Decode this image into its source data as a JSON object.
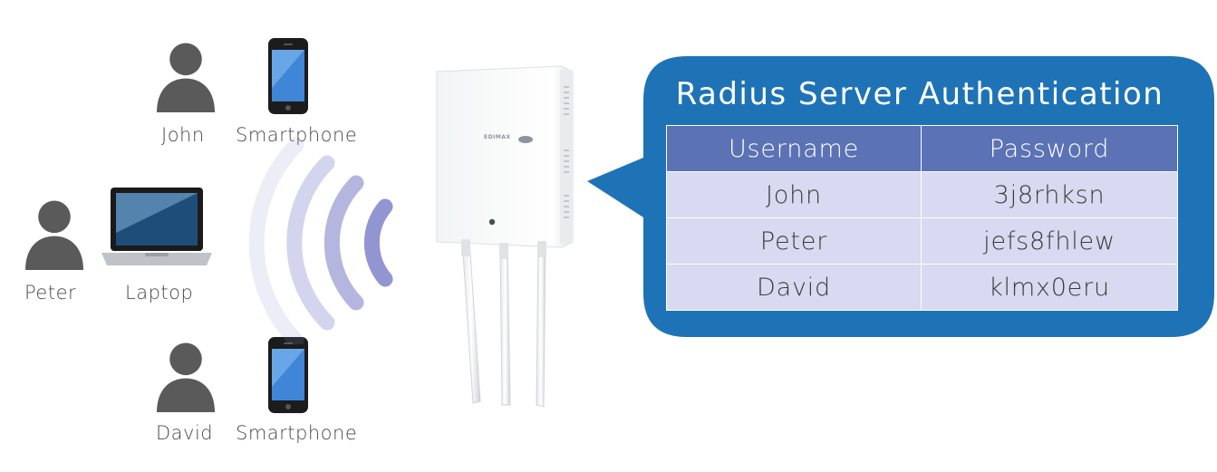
{
  "devices": [
    {
      "user": "John",
      "device": "Smartphone"
    },
    {
      "user": "Peter",
      "device": "Laptop"
    },
    {
      "user": "David",
      "device": "Smartphone"
    }
  ],
  "access_point": {
    "brand_mark": "EDIMAX"
  },
  "panel": {
    "title": "Radius Server Authentication",
    "columns": [
      "Username",
      "Password"
    ],
    "rows": [
      [
        "John",
        "3j8rhksn"
      ],
      [
        "Peter",
        "jefs8fhlew"
      ],
      [
        "David",
        "klmx0eru"
      ]
    ]
  },
  "colors": {
    "panel_blue": "#1e73b6",
    "header_row": "#5b72b5",
    "body_row": "#d7daf0",
    "person_gray": "#5a5a5a",
    "wave_purple": "#8c8fd0"
  }
}
